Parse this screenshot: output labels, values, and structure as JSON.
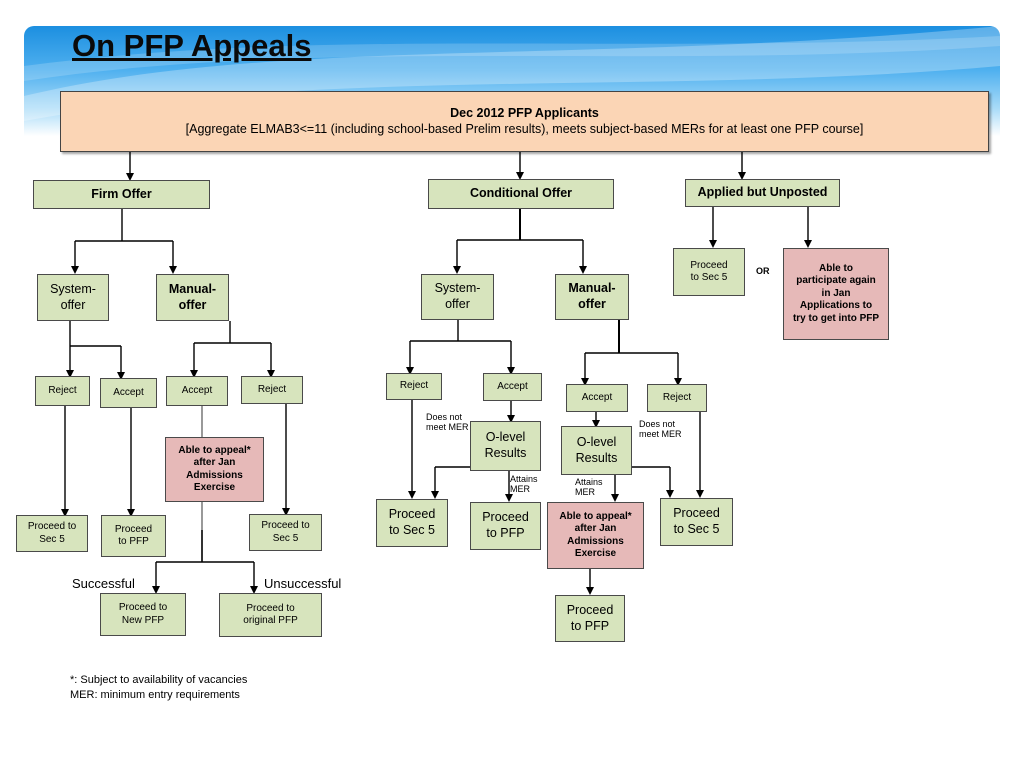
{
  "title": "On PFP Appeals",
  "header_box": {
    "line1": "Dec 2012 PFP Applicants",
    "line2": "[Aggregate ELMAB3<=11 (including school-based Prelim results), meets subject-based MERs for at least one PFP course]"
  },
  "firm": {
    "title": "Firm Offer",
    "system_offer": [
      "System-",
      "offer"
    ],
    "manual_offer": [
      "Manual-",
      "offer"
    ],
    "reject_1": "Reject",
    "accept_1": "Accept",
    "accept_2": "Accept",
    "reject_2": "Reject",
    "appeal": [
      "Able to appeal*",
      "after Jan",
      "Admissions",
      "Exercise"
    ],
    "proceed_sec5_a": [
      "Proceed to",
      "Sec 5"
    ],
    "proceed_pfp": [
      "Proceed",
      "to PFP"
    ],
    "proceed_sec5_b": [
      "Proceed to",
      "Sec 5"
    ],
    "successful": "Successful",
    "unsuccessful": "Unsuccessful",
    "proceed_new_pfp": [
      "Proceed to",
      "New PFP"
    ],
    "proceed_original_pfp": [
      "Proceed to",
      "original PFP"
    ]
  },
  "conditional": {
    "title": "Conditional Offer",
    "system_offer": [
      "System-",
      "offer"
    ],
    "manual_offer": [
      "Manual-",
      "offer"
    ],
    "reject_1": "Reject",
    "accept_1": "Accept",
    "accept_2": "Accept",
    "reject_2": "Reject",
    "olevel_1": [
      "O-level",
      "Results"
    ],
    "olevel_2": [
      "O-level",
      "Results"
    ],
    "does_not_meet_1": [
      "Does not",
      "meet MER"
    ],
    "does_not_meet_2": [
      "Does not",
      "meet MER"
    ],
    "attains_1": [
      "Attains",
      "MER"
    ],
    "attains_2": [
      "Attains",
      "MER"
    ],
    "proceed_sec5_a": [
      "Proceed",
      "to Sec 5"
    ],
    "proceed_pfp_a": [
      "Proceed",
      "to PFP"
    ],
    "appeal": [
      "Able to appeal*",
      "after Jan",
      "Admissions",
      "Exercise"
    ],
    "proceed_sec5_b": [
      "Proceed",
      "to Sec 5"
    ],
    "proceed_pfp_b": [
      "Proceed",
      "to PFP"
    ]
  },
  "unposted": {
    "title": "Applied but Unposted",
    "proceed_sec5": [
      "Proceed",
      "to Sec 5"
    ],
    "or": "OR",
    "participate": [
      "Able to",
      "participate again",
      "in Jan",
      "Applications to",
      "try to get into PFP"
    ]
  },
  "footnote": {
    "line1": "*: Subject to availability of vacancies",
    "line2": "MER: minimum entry requirements"
  },
  "colors": {
    "green_box": "#d7e4bd",
    "pink_box": "#e6b9b8",
    "peach_box": "#fbd5b5",
    "banner": "#1c8fe0"
  }
}
